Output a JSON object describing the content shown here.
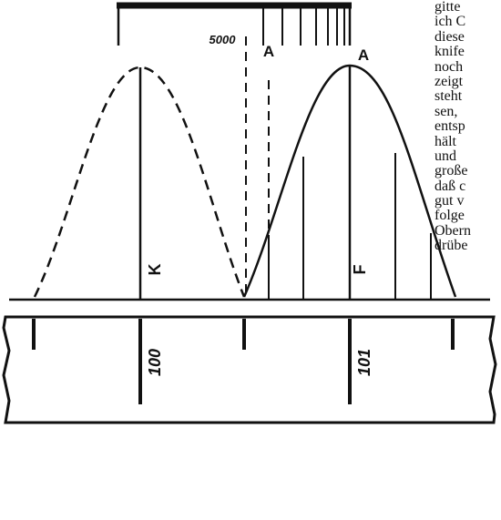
{
  "colors": {
    "ink": "#111111",
    "paper": "#ffffff"
  },
  "labels": {
    "ratio": "5000",
    "line_a_left": "A",
    "line_a_right": "A",
    "peak_left": "K",
    "peak_right": "F",
    "scale_100": "100",
    "scale_101": "101"
  },
  "side_text_lines": [
    "gitte",
    "ich C",
    "diese",
    "knife",
    "noch",
    "zeigt",
    "steht",
    "sen,",
    "entsp",
    "hält",
    "und",
    "große",
    "daß c",
    "gut v",
    "folge",
    "Obern",
    "drübe"
  ]
}
